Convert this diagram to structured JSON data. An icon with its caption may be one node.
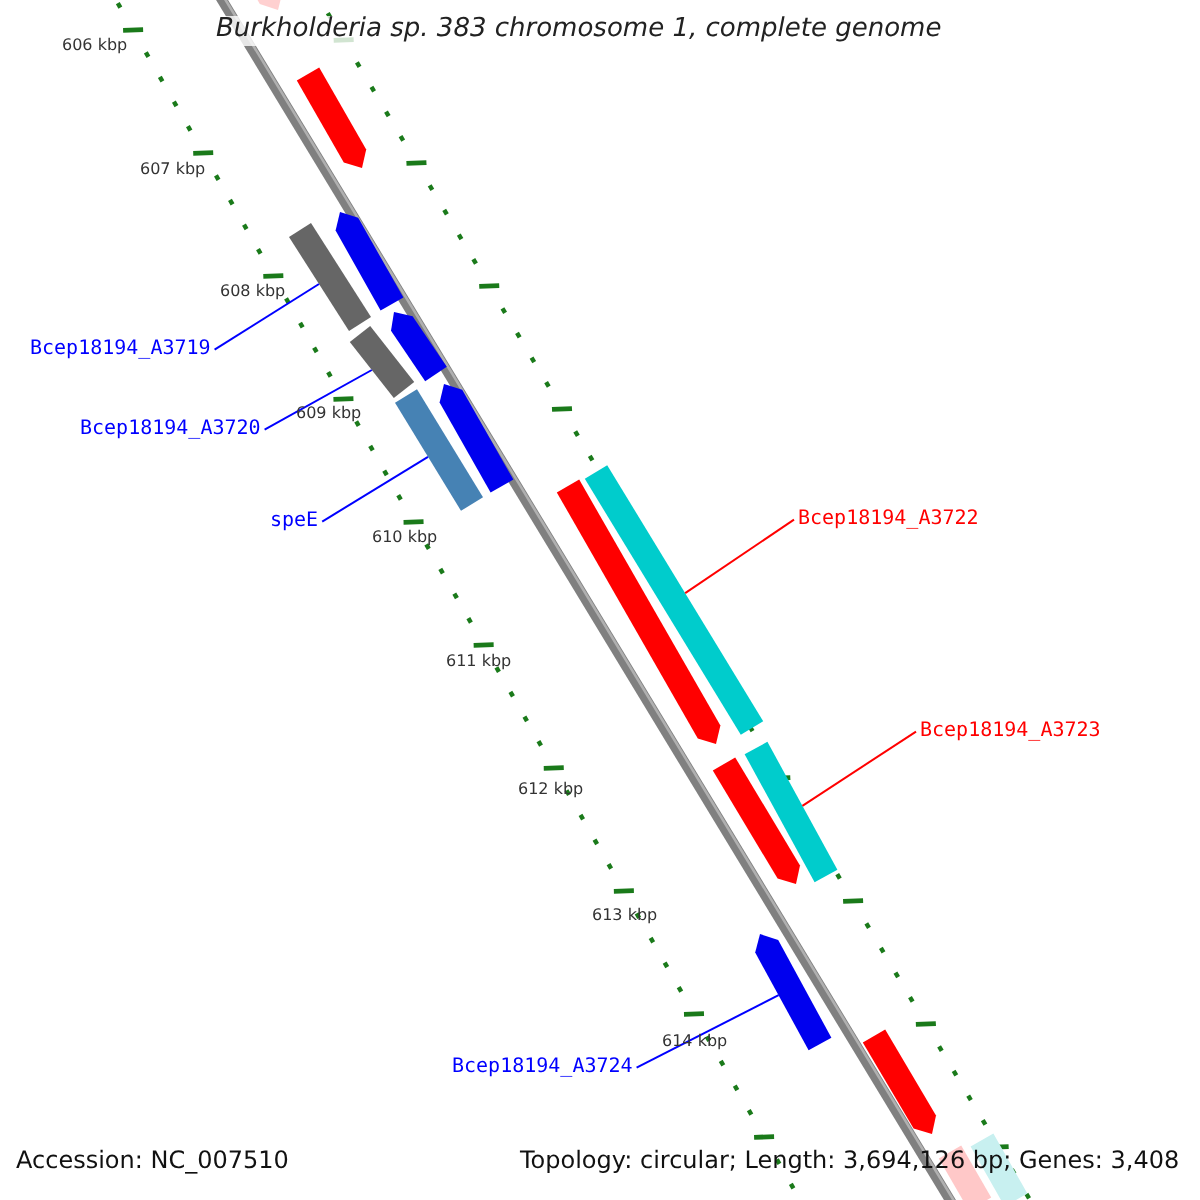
{
  "diagram": {
    "title": "Burkholderia sp. 383 chromosome 1, complete genome",
    "nodes": [
      {
        "text": [],
        "shape": "bar"
      },
      {
        "text": [],
        "shape": "bar"
      },
      {
        "text": [],
        "shape": "bar"
      },
      {
        "text": [],
        "shape": "bar"
      },
      {
        "text": [
          "Bcep18194_A3719"
        ]
      },
      {
        "text": [],
        "shape": "bar"
      },
      {
        "text": [],
        "shape": "bar"
      },
      {
        "text": [
          "Bcep18194_A3720"
        ]
      },
      {
        "text": [],
        "shape": "bar"
      },
      {
        "text": [],
        "shape": "bar"
      },
      {
        "text": [
          "speE"
        ]
      },
      {
        "text": [],
        "shape": "bar"
      },
      {
        "text": [],
        "shape": "bar"
      },
      {
        "text": [
          "Bcep18194_A3722"
        ]
      },
      {
        "text": [],
        "shape": "bar"
      },
      {
        "text": [],
        "shape": "bar"
      },
      {
        "text": [
          "Bcep18194_A3723"
        ]
      },
      {
        "text": [],
        "shape": "bar"
      },
      {
        "text": [
          "Bcep18194_A3724"
        ]
      },
      {
        "text": [],
        "shape": "bar"
      },
      {
        "text": [],
        "shape": "bar"
      },
      {
        "text": [],
        "shape": "bar"
      }
    ],
    "edges": [
      {
        "from": 4,
        "to": 2,
        "arrow": "none"
      },
      {
        "from": 7,
        "to": 5,
        "arrow": "none"
      },
      {
        "from": 10,
        "to": 8,
        "arrow": "none"
      },
      {
        "from": 13,
        "to": 11,
        "arrow": "none",
        "color": "#ff0000"
      },
      {
        "from": 16,
        "to": 14,
        "arrow": "none",
        "color": "#ff0000"
      },
      {
        "from": 18,
        "to": 17,
        "arrow": "none"
      }
    ],
    "labels": [
      "606 kbp",
      "607 kbp",
      "608 kbp",
      "609 kbp",
      "610 kbp",
      "611 kbp",
      "612 kbp",
      "613 kbp",
      "614 kbp",
      "Accession: NC_007510",
      "Topology: circular; Length: 3,694,126 bp; Genes: 3,408"
    ]
  }
}
